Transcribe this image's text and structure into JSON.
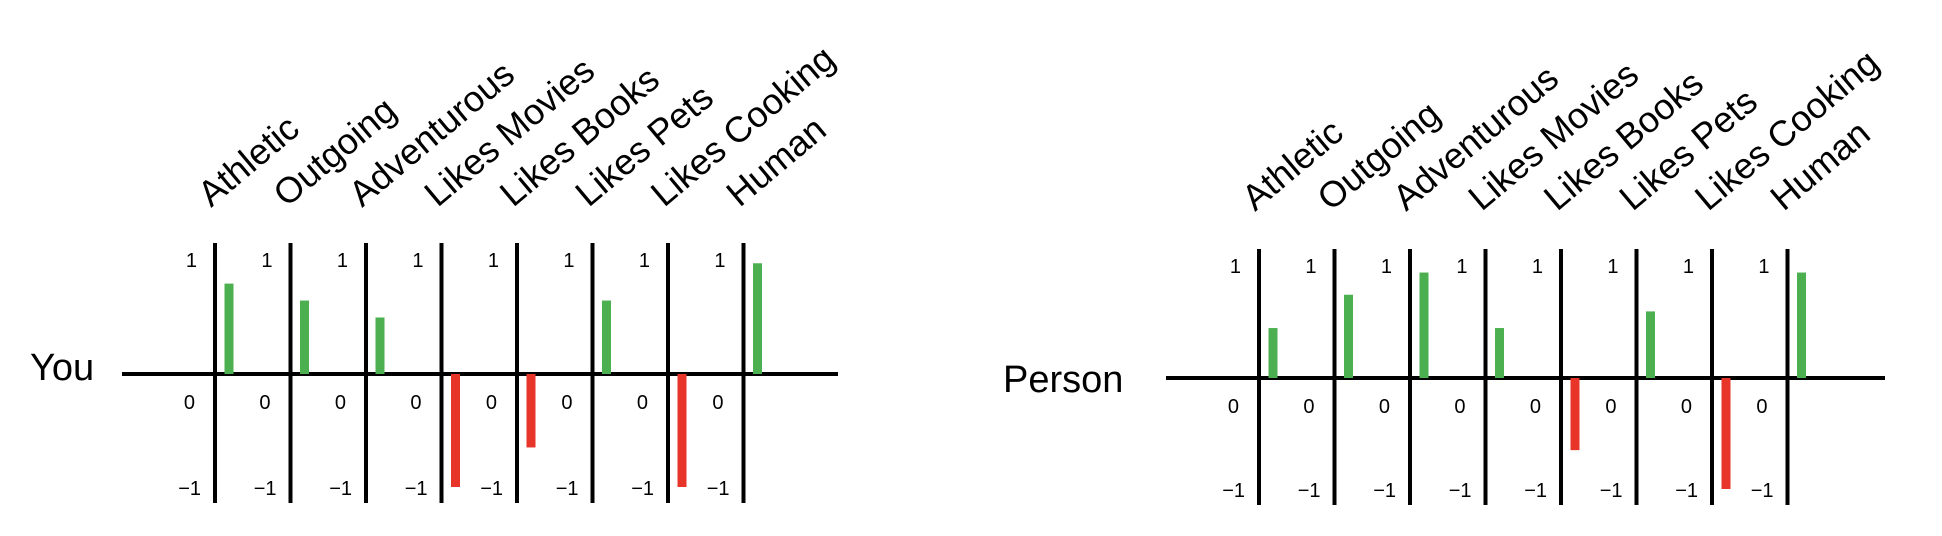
{
  "colors": {
    "positive": "#4caf50",
    "negative": "#e8352a",
    "axis": "#000000"
  },
  "chart_data": [
    {
      "type": "bar",
      "row_label": "You",
      "categories": [
        "Athletic",
        "Outgoing",
        "Adventurous",
        "Likes Movies",
        "Likes Books",
        "Likes Pets",
        "Likes Cooking",
        "Human"
      ],
      "values": [
        0.8,
        0.65,
        0.5,
        -1.0,
        -0.65,
        0.65,
        -1.0,
        0.98
      ],
      "ylim": [
        -1,
        1
      ],
      "tick_labels": {
        "top": "1",
        "zero": "0",
        "bottom": "−1"
      }
    },
    {
      "type": "bar",
      "row_label": "Person",
      "categories": [
        "Athletic",
        "Outgoing",
        "Adventurous",
        "Likes Movies",
        "Likes Books",
        "Likes Pets",
        "Likes Cooking",
        "Human"
      ],
      "values": [
        0.45,
        0.75,
        0.95,
        0.45,
        -0.65,
        0.6,
        -1.0,
        0.95
      ],
      "ylim": [
        -1,
        1
      ],
      "tick_labels": {
        "top": "1",
        "zero": "0",
        "bottom": "−1"
      }
    }
  ]
}
